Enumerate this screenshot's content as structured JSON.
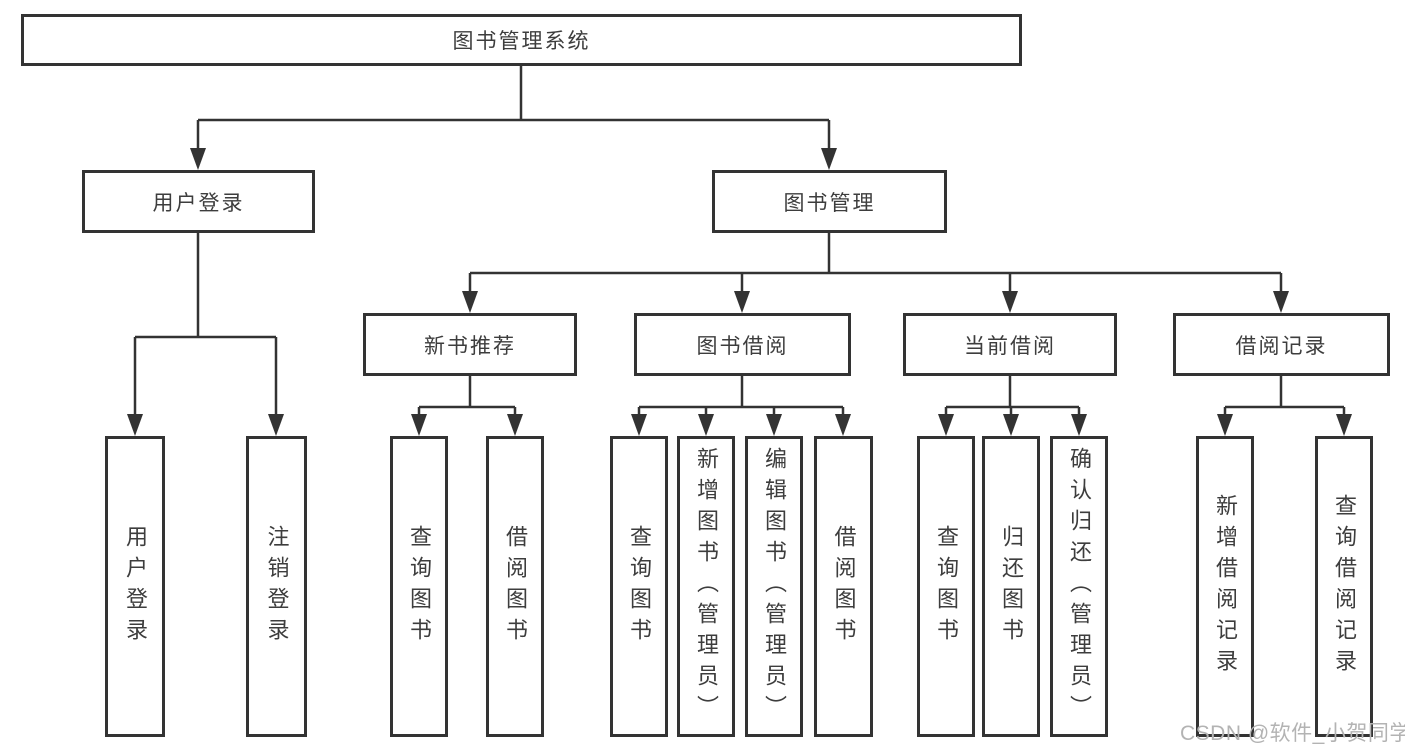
{
  "nodes": {
    "root": "图书管理系统",
    "user_login": "用户登录",
    "book_mgmt": "图书管理",
    "new_books": "新书推荐",
    "book_borrow": "图书借阅",
    "current_borrow": "当前借阅",
    "borrow_records": "借阅记录"
  },
  "leaves": {
    "user_login": [
      "用户登录",
      "注销登录"
    ],
    "new_books": [
      "查询图书",
      "借阅图书"
    ],
    "book_borrow": [
      "查询图书",
      "新增图书（管理员）",
      "编辑图书（管理员）",
      "借阅图书"
    ],
    "current_borrow": [
      "查询图书",
      "归还图书",
      "确认归还（管理员）"
    ],
    "borrow_records": [
      "新增借阅记录",
      "查询借阅记录"
    ]
  },
  "watermark": "CSDN @软件_小贺同学",
  "colors": {
    "line": "#333333",
    "text": "#3d3d3d",
    "watermark": "#b3b3b3",
    "background": "#ffffff"
  }
}
